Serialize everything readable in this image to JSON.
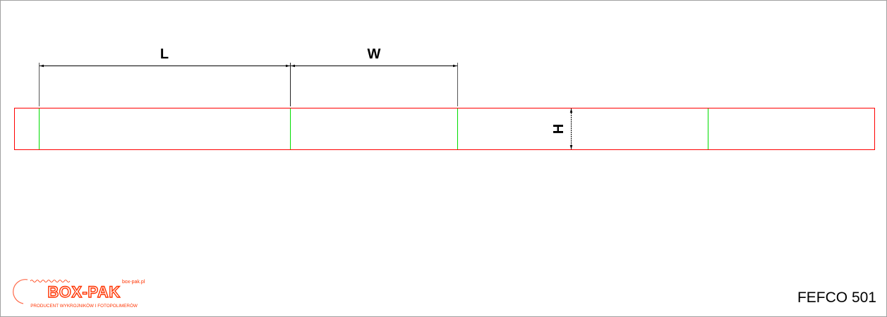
{
  "diagram": {
    "labels": {
      "length": "L",
      "width": "W",
      "height": "H"
    },
    "colors": {
      "cut_line": "#ff0000",
      "crease_line": "#00dd00",
      "dimension_line": "#000000",
      "logo": "#ff3300"
    }
  },
  "logo": {
    "name": "BOX-PAK",
    "url": "www.box-pak.pl",
    "tagline": "PRODUCENT WYKROJNIKÓW I FOTOPOLIMERÓW"
  },
  "footer": {
    "style_code": "FEFCO 501"
  }
}
